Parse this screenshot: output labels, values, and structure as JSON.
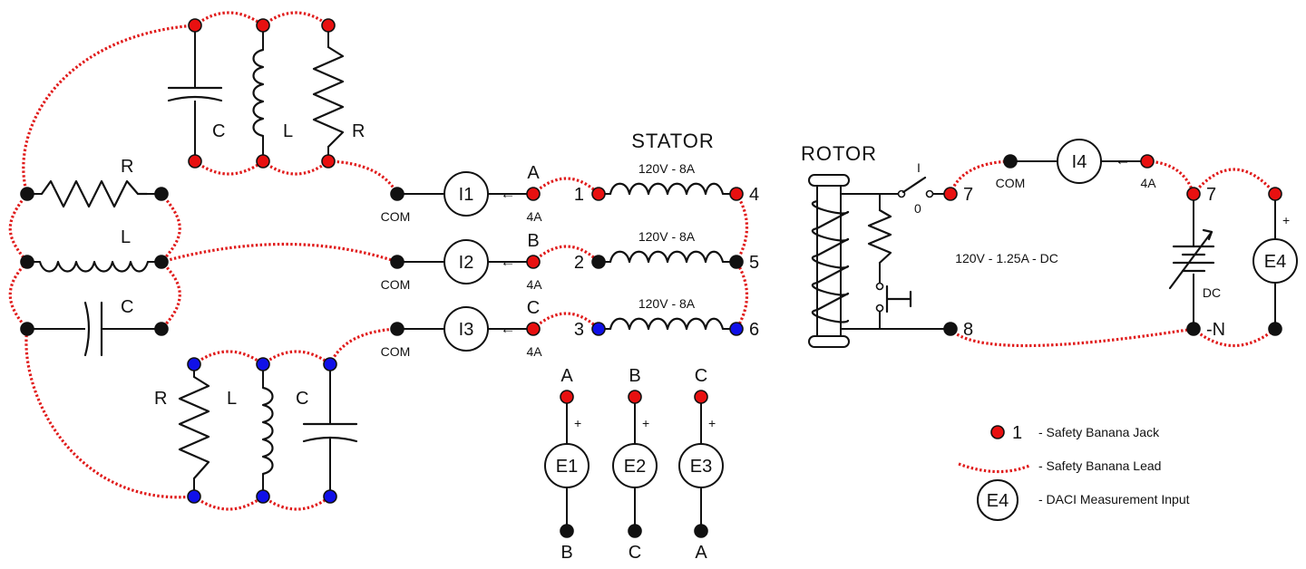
{
  "stator": {
    "title": "STATOR",
    "winding_rating": "120V - 8A",
    "terminals": [
      "1",
      "2",
      "3",
      "4",
      "5",
      "6"
    ]
  },
  "rotor": {
    "title": "ROTOR",
    "rating": "120V - 1.25A - DC",
    "switch_on": "I",
    "switch_off": "0",
    "terminals": [
      "7",
      "8"
    ]
  },
  "phases": [
    "A",
    "B",
    "C"
  ],
  "meters": {
    "currents": [
      "I1",
      "I2",
      "I3"
    ],
    "dc_current": "I4",
    "voltages": [
      "E1",
      "E2",
      "E3"
    ],
    "dc_voltage": "E4",
    "com": "COM",
    "range": "4A",
    "plus": "+",
    "arrow": "←"
  },
  "voltmeter_bottom": [
    "B",
    "C",
    "A"
  ],
  "components": {
    "resistor": "R",
    "inductor": "L",
    "capacitor": "C"
  },
  "dc_source": {
    "label": "DC",
    "neg": "-N",
    "pos": "7"
  },
  "legend": {
    "jack_number": "1",
    "jack": "- Safety Banana Jack",
    "lead": "- Safety Banana Lead",
    "meter": "E4",
    "meter_text": "- DACI Measurement Input"
  },
  "colors": {
    "red_jack": "#e81010",
    "blue_jack": "#1010e8",
    "black_jack": "#111111",
    "lead": "#e01a1a"
  }
}
